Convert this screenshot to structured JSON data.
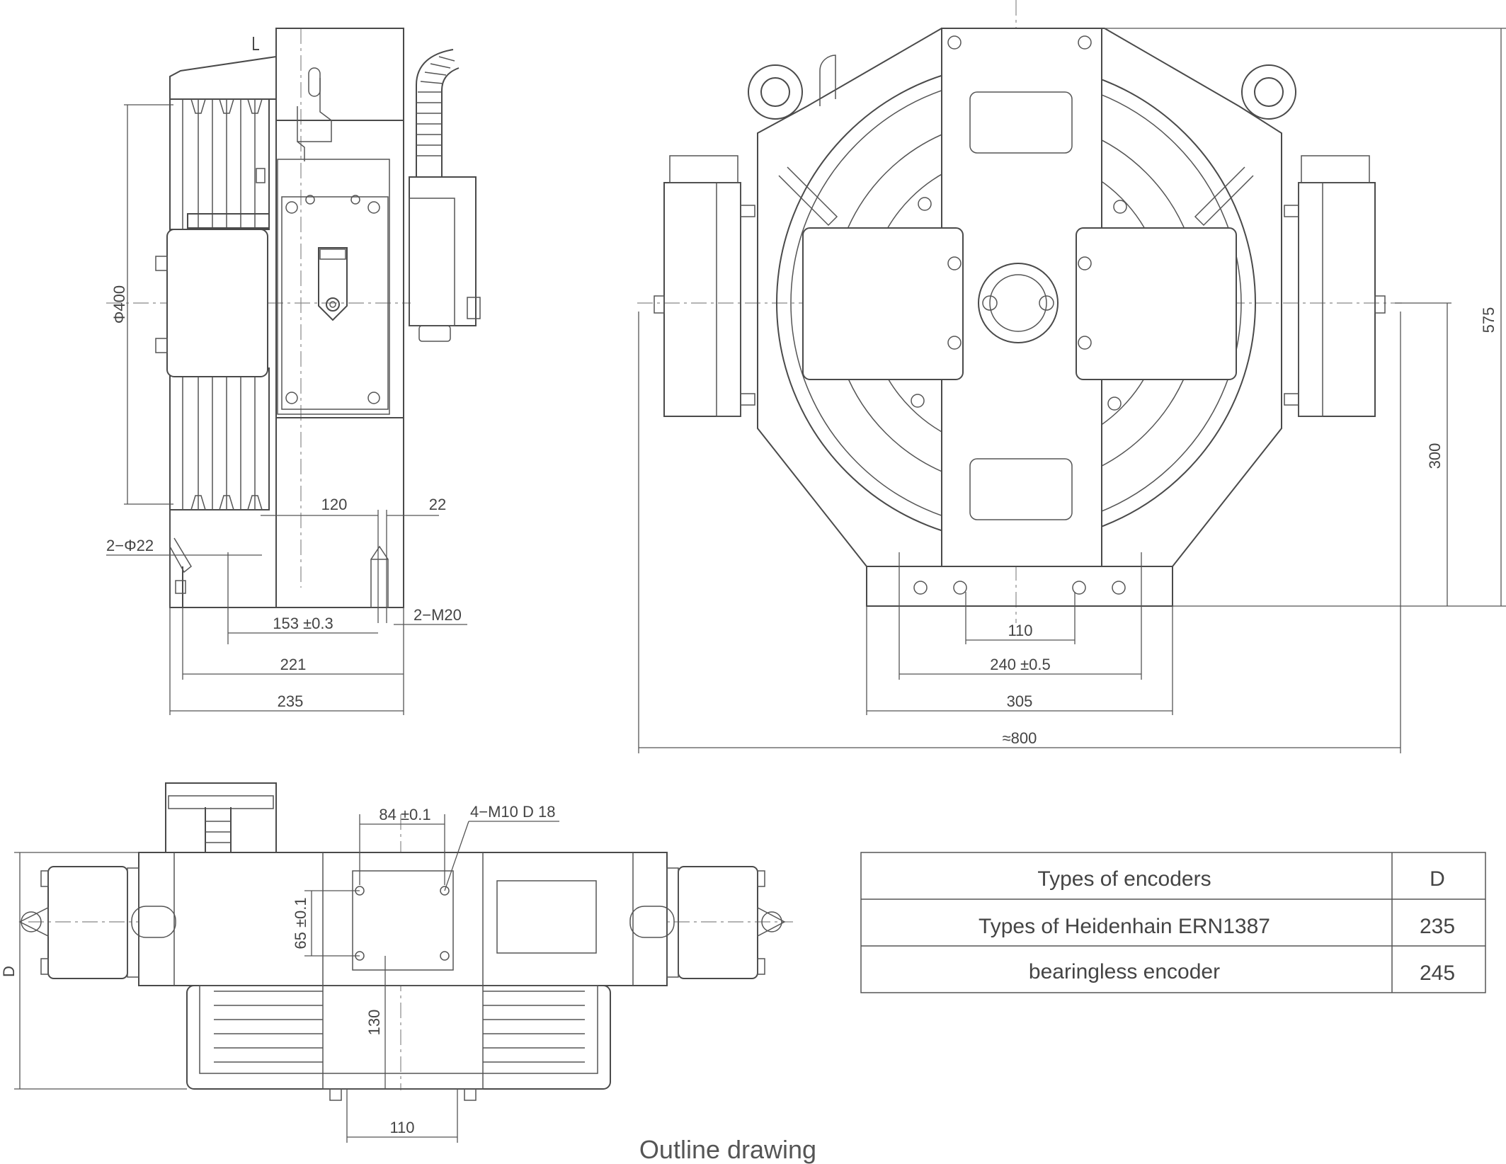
{
  "caption": "Outline drawing",
  "side_view": {
    "dim_diameter": "Φ400",
    "dim_120": "120",
    "dim_22": "22",
    "dim_2phi22": "2−Φ22",
    "dim_153": "153 ±0.3",
    "dim_2m20": "2−M20",
    "dim_221": "221",
    "dim_235": "235"
  },
  "front_view": {
    "dim_575": "575",
    "dim_300": "300",
    "dim_110": "110",
    "dim_240": "240 ±0.5",
    "dim_305": "305",
    "dim_800": "≈800"
  },
  "top_view": {
    "dim_84": "84 ±0.1",
    "dim_4m10": "4−M10 D 18",
    "dim_65": "65 ±0.1",
    "dim_130": "130",
    "dim_110": "110",
    "dim_D": "D"
  },
  "encoder_table": {
    "header_type": "Types of encoders",
    "header_d": "D",
    "rows": [
      {
        "type": "Types of Heidenhain ERN1387",
        "d": "235"
      },
      {
        "type": "bearingless encoder",
        "d": "245"
      }
    ]
  }
}
